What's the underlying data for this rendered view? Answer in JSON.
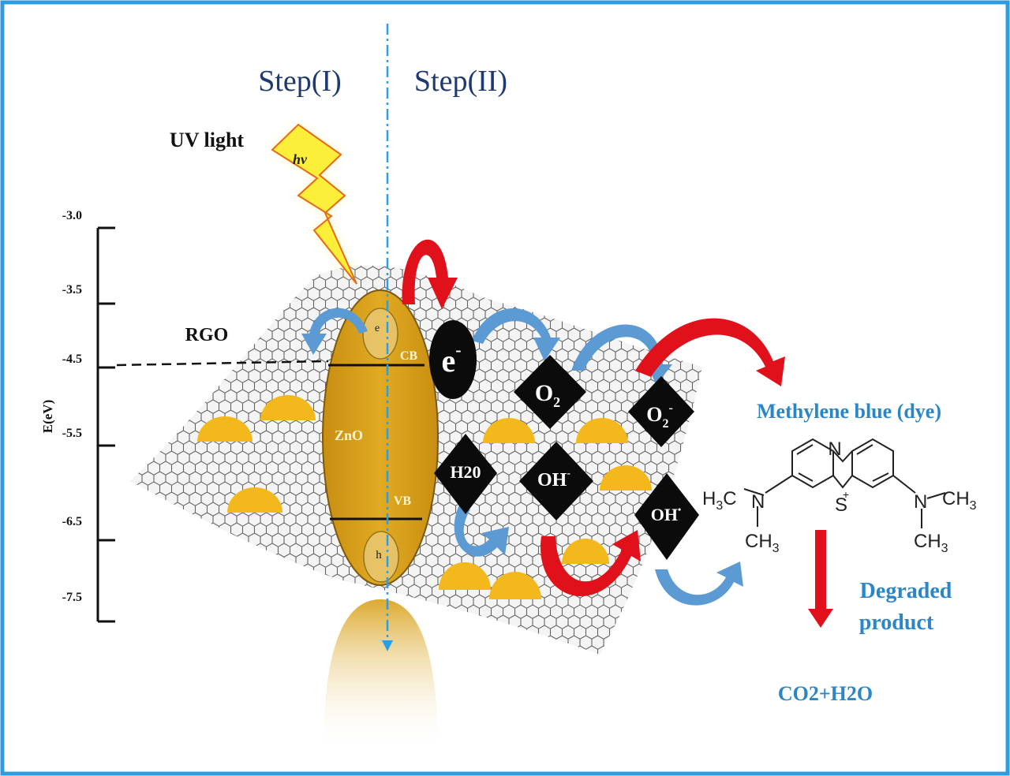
{
  "steps": {
    "step1": "Step(I)",
    "step2": "Step(II)"
  },
  "light": {
    "label": "UV light",
    "hv": "hv"
  },
  "axis": {
    "label": "E(eV)",
    "ticks": [
      "-3.0",
      "-3.5",
      "-4.5",
      "-5.5",
      "-6.5",
      "-7.5"
    ]
  },
  "rgo_label": "RGO",
  "zno": {
    "label": "ZnO",
    "cb": "CB",
    "vb": "VB",
    "e": "e",
    "h": "h"
  },
  "electron": {
    "label": "e",
    "sup": "-"
  },
  "species": {
    "o2": {
      "base": "O",
      "sub": "2"
    },
    "o2_radical": {
      "base": "O",
      "sub": "2",
      "sup": "-"
    },
    "h2o": "H20",
    "oh_minus": {
      "base": "OH",
      "sup": "-"
    },
    "oh_radical": {
      "base": "OH",
      "sup": "•"
    }
  },
  "dye": {
    "title": "Methylene blue (dye)",
    "n_top": "N",
    "s_plus": "S",
    "plus": "+",
    "left_group": {
      "h": "H",
      "three": "3",
      "c": "C",
      "n": "N",
      "ch": "CH",
      "ch_sub": "3"
    },
    "right_group": {
      "n": "N",
      "ch": "CH",
      "ch_sub": "3"
    }
  },
  "degraded": {
    "line1": "Degraded",
    "line2": "product"
  },
  "final_product": "CO2+H2O",
  "colors": {
    "frame": "#2f9be0",
    "title_blue": "#1f3a73",
    "label_blue": "#2b86c8",
    "zno_gold": "#d9a019",
    "red_arrow": "#e0111b",
    "blue_arrow": "#5b9ad3"
  }
}
